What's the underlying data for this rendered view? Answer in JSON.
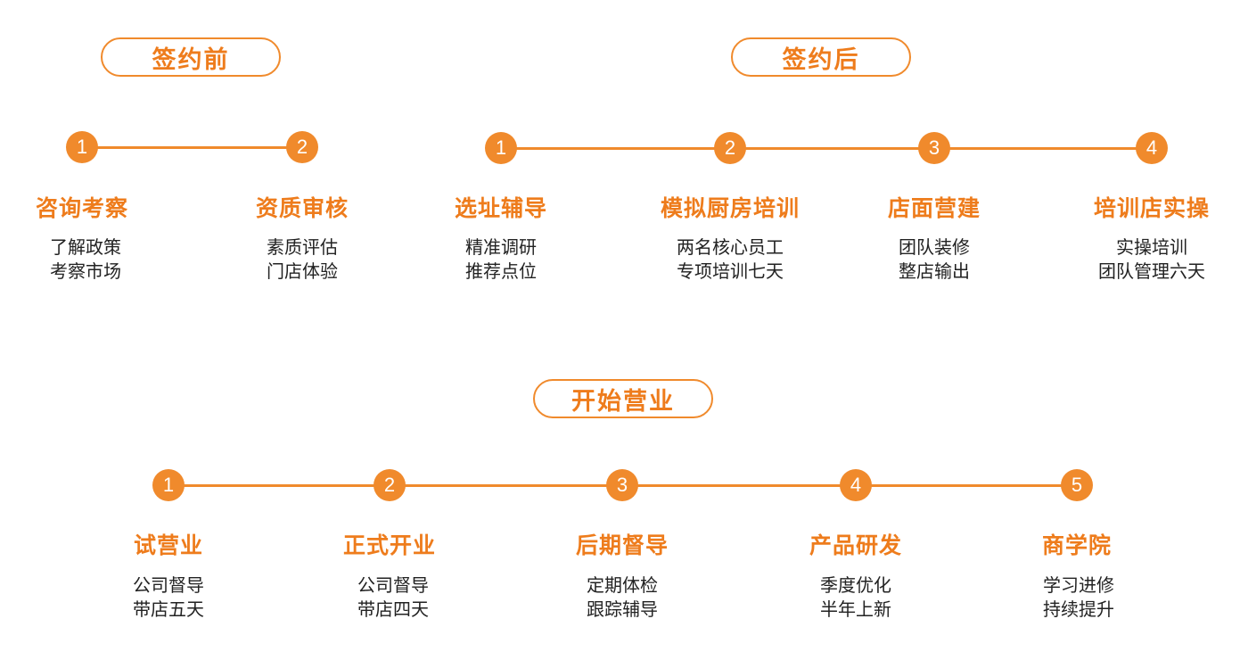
{
  "colors": {
    "accent": "#f08a2c",
    "title_text": "#ee7c1c",
    "body_text": "#222222"
  },
  "sections": [
    {
      "label": "签约前",
      "steps": [
        {
          "num": "1",
          "title": "咨询考察",
          "desc": [
            "了解政策",
            "考察市场"
          ]
        },
        {
          "num": "2",
          "title": "资质审核",
          "desc": [
            "素质评估",
            "门店体验"
          ]
        }
      ]
    },
    {
      "label": "签约后",
      "steps": [
        {
          "num": "1",
          "title": "选址辅导",
          "desc": [
            "精准调研",
            "推荐点位"
          ]
        },
        {
          "num": "2",
          "title": "模拟厨房培训",
          "desc": [
            "两名核心员工",
            "专项培训七天"
          ]
        },
        {
          "num": "3",
          "title": "店面营建",
          "desc": [
            "团队装修",
            "整店输出"
          ]
        },
        {
          "num": "4",
          "title": "培训店实操",
          "desc": [
            "实操培训",
            "团队管理六天"
          ]
        }
      ]
    },
    {
      "label": "开始营业",
      "steps": [
        {
          "num": "1",
          "title": "试营业",
          "desc": [
            "公司督导",
            "带店五天"
          ]
        },
        {
          "num": "2",
          "title": "正式开业",
          "desc": [
            "公司督导",
            "带店四天"
          ]
        },
        {
          "num": "3",
          "title": "后期督导",
          "desc": [
            "定期体检",
            "跟踪辅导"
          ]
        },
        {
          "num": "4",
          "title": "产品研发",
          "desc": [
            "季度优化",
            "半年上新"
          ]
        },
        {
          "num": "5",
          "title": "商学院",
          "desc": [
            "学习进修",
            "持续提升"
          ]
        }
      ]
    }
  ]
}
